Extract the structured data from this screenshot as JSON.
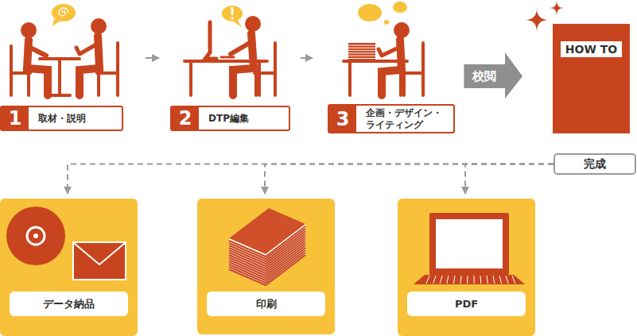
{
  "diagram": {
    "nodes": [
      {
        "text": [
          "1",
          "取材・説明"
        ]
      },
      {
        "text": [
          "2",
          "DTP編集"
        ]
      },
      {
        "text": [
          "3",
          "企画・デザイン・ライティング"
        ]
      },
      {
        "text": [
          "HOW TO"
        ]
      },
      {
        "text": [
          "完成"
        ]
      },
      {
        "text": [
          "データ納品"
        ]
      },
      {
        "text": [
          "印刷"
        ]
      },
      {
        "text": [
          "PDF"
        ]
      }
    ],
    "edges": [
      {
        "from": 0,
        "to": 1,
        "arrow": "to"
      },
      {
        "from": 1,
        "to": 2,
        "arrow": "to"
      },
      {
        "from": 2,
        "to": 3,
        "arrow": "to",
        "label": "校閲"
      },
      {
        "from": 4,
        "to": 5,
        "arrow": "to"
      },
      {
        "from": 4,
        "to": 6,
        "arrow": "to"
      },
      {
        "from": 4,
        "to": 7,
        "arrow": "to"
      }
    ]
  }
}
